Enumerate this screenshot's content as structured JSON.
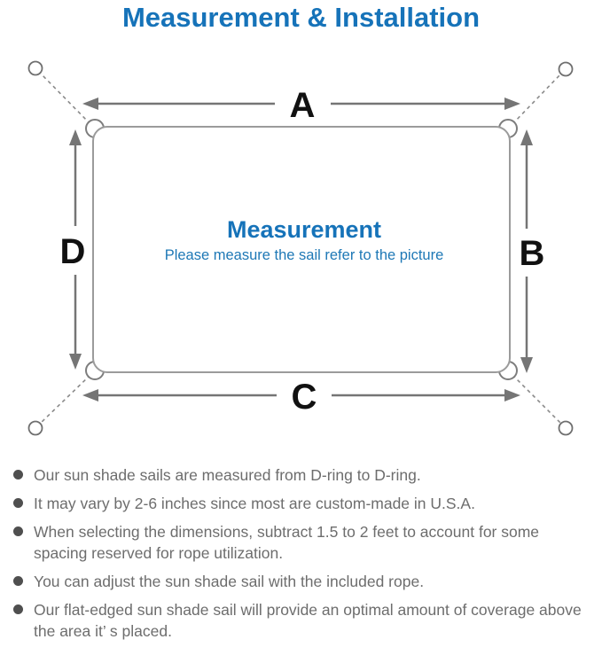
{
  "title": "Measurement & Installation",
  "diagram": {
    "labels": {
      "top": "A",
      "right": "B",
      "bottom": "C",
      "left": "D"
    },
    "center_heading": "Measurement",
    "center_subtitle": "Please measure the sail refer to the picture"
  },
  "notes": [
    "Our sun shade sails are measured from D-ring to D-ring.",
    "It may vary by 2-6 inches since most are custom-made in U.S.A.",
    "When selecting the dimensions, subtract 1.5 to 2 feet to account for some spacing reserved for rope utilization.",
    "You can adjust the sun shade sail with the included rope.",
    "Our flat-edged sun shade sail will provide an optimal amount of coverage above the area it’ s placed."
  ],
  "colors": {
    "accent_blue": "#1673b9",
    "subtitle_blue": "#1e78b6",
    "line_gray": "#9b9b9b",
    "arrow_gray": "#757575",
    "text_gray": "#6d6d6d",
    "bullet_dot": "#4f4f4f"
  }
}
